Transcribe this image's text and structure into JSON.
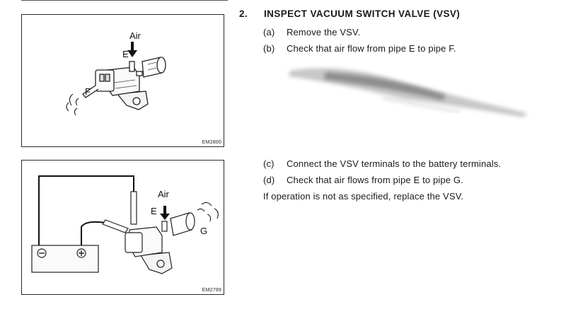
{
  "section": {
    "number": "2.",
    "title": "INSPECT VACUUM SWITCH VALVE (VSV)"
  },
  "steps": [
    {
      "mark": "(a)",
      "text": "Remove the VSV."
    },
    {
      "mark": "(b)",
      "text": "Check that air flow from pipe E to pipe F."
    },
    {
      "mark": "(c)",
      "text": "Connect the VSV terminals to the battery terminals."
    },
    {
      "mark": "(d)",
      "text": "Check that air flows from pipe E to pipe G."
    }
  ],
  "note": "If operation is not as specified, replace the VSV.",
  "figure1": {
    "air_label": "Air",
    "pipe_e_label": "E",
    "pipe_f_label": "F",
    "code": "EM2800"
  },
  "figure2": {
    "air_label": "Air",
    "pipe_e_label": "E",
    "pipe_g_label": "G",
    "code": "EM2799"
  }
}
